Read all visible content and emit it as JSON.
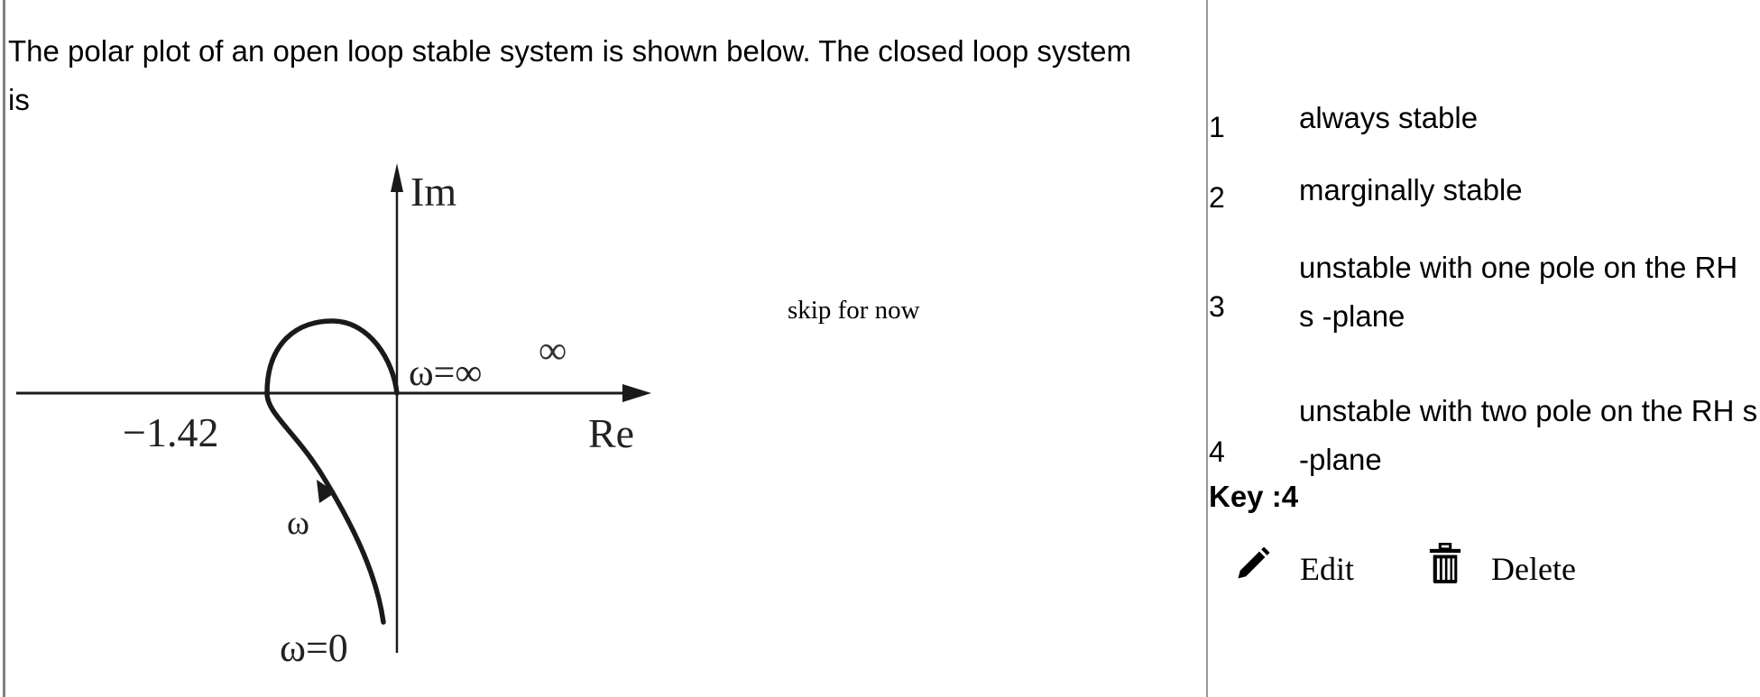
{
  "question": {
    "text": "The polar plot of an open loop stable system is shown below. The closed loop system is"
  },
  "figure": {
    "type": "polar-plot",
    "axis_labels": {
      "imaginary": "Im",
      "real": "Re"
    },
    "annotations": {
      "crossing_value": "−1.42",
      "omega_infinity": "ω=∞",
      "infinity_symbol": "∞",
      "omega_direction": "ω",
      "omega_zero": "ω=0"
    }
  },
  "skip_link": {
    "label": "skip for now"
  },
  "options": [
    {
      "number": "1",
      "text": "always stable"
    },
    {
      "number": "2",
      "text": "marginally stable"
    },
    {
      "number": "3",
      "text": "unstable with one pole on the RH s -plane"
    },
    {
      "number": "4",
      "text": "unstable with two pole on the RH s -plane"
    }
  ],
  "answer_key": {
    "label": "Key :4"
  },
  "actions": {
    "edit": {
      "label": "Edit",
      "icon": "pencil-icon"
    },
    "delete": {
      "label": "Delete",
      "icon": "trash-icon"
    }
  }
}
